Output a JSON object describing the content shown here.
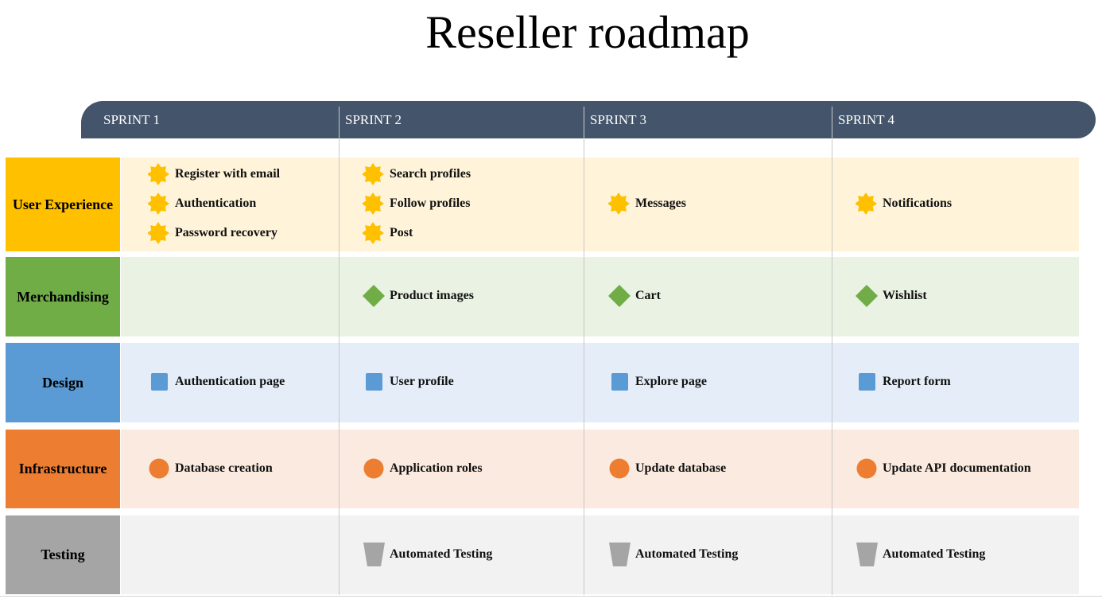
{
  "title": "Reseller roadmap",
  "sprints": [
    "SPRINT 1",
    "SPRINT 2",
    "SPRINT 3",
    "SPRINT 4"
  ],
  "colors": {
    "header": "#44546a",
    "ux": "#ffc000",
    "ux_bg": "#fff4d9",
    "merch": "#70ad47",
    "merch_bg": "#e9f2e3",
    "design": "#5b9bd5",
    "design_bg": "#e5eef8",
    "infra": "#ed7d31",
    "infra_bg": "#fbeadf",
    "test": "#a5a5a5",
    "test_bg": "#f2f2f2"
  },
  "rows": [
    {
      "label": "User Experience",
      "icon": "star-icon",
      "items": [
        {
          "sprint": 1,
          "text": "Register with email"
        },
        {
          "sprint": 1,
          "text": "Authentication"
        },
        {
          "sprint": 1,
          "text": "Password recovery"
        },
        {
          "sprint": 2,
          "text": "Search profiles"
        },
        {
          "sprint": 2,
          "text": "Follow profiles"
        },
        {
          "sprint": 2,
          "text": "Post"
        },
        {
          "sprint": 3,
          "text": "Messages"
        },
        {
          "sprint": 4,
          "text": "Notifications"
        }
      ]
    },
    {
      "label": "Merchandising",
      "icon": "diamond-icon",
      "items": [
        {
          "sprint": 2,
          "text": "Product images"
        },
        {
          "sprint": 3,
          "text": "Cart"
        },
        {
          "sprint": 4,
          "text": "Wishlist"
        }
      ]
    },
    {
      "label": "Design",
      "icon": "square-icon",
      "items": [
        {
          "sprint": 1,
          "text": "Authentication page"
        },
        {
          "sprint": 2,
          "text": "User profile"
        },
        {
          "sprint": 3,
          "text": "Explore page"
        },
        {
          "sprint": 4,
          "text": "Report form"
        }
      ]
    },
    {
      "label": "Infrastructure",
      "icon": "circle-icon",
      "items": [
        {
          "sprint": 1,
          "text": "Database creation"
        },
        {
          "sprint": 2,
          "text": "Application roles"
        },
        {
          "sprint": 3,
          "text": "Update database"
        },
        {
          "sprint": 4,
          "text": "Update API documentation"
        }
      ]
    },
    {
      "label": "Testing",
      "icon": "trapezoid-icon",
      "items": [
        {
          "sprint": 2,
          "text": "Automated Testing"
        },
        {
          "sprint": 3,
          "text": "Automated Testing"
        },
        {
          "sprint": 4,
          "text": "Automated Testing"
        }
      ]
    }
  ]
}
